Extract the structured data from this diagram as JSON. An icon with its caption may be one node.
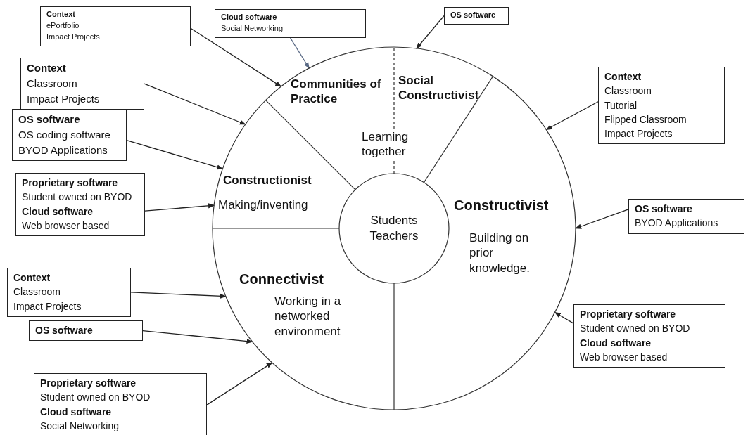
{
  "diagram": {
    "nodes": [
      {
        "text": [
          "Context",
          "ePortfolio",
          "Impact Projects"
        ]
      },
      {
        "text": [
          "Cloud software",
          "Social Networking"
        ]
      },
      {
        "text": [
          "OS software"
        ]
      },
      {
        "text": [
          "Communities of Practice"
        ]
      },
      {
        "text": [
          "Social Constructivist"
        ]
      },
      {
        "text": [
          "Context",
          "Classroom",
          "Impact Projects"
        ]
      },
      {
        "text": [
          "Context",
          "Classroom",
          "Tutorial",
          "Flipped Classroom",
          "Impact Projects"
        ]
      },
      {
        "text": [
          "OS software",
          "OS coding software",
          "BYOD Applications"
        ]
      },
      {
        "text": [
          "Constructionist",
          "Making/inventing"
        ]
      },
      {
        "text": [
          "Proprietary software",
          "Student owned on BYOD",
          "Cloud software",
          "Web browser based"
        ]
      },
      {
        "text": [
          "Constructivist",
          "Building on prior knowledge."
        ]
      },
      {
        "text": [
          "Students",
          "Teachers"
        ]
      },
      {
        "text": [
          "OS software",
          "BYOD Applications"
        ]
      },
      {
        "text": [
          "Connectivist",
          "Working in a networked environment"
        ]
      },
      {
        "text": [
          "Context",
          "Classroom",
          "Impact Projects"
        ]
      },
      {
        "text": [
          "OS software"
        ]
      },
      {
        "text": [
          "Proprietary software",
          "Student owned on BYOD",
          "Cloud software",
          "Web browser based"
        ]
      },
      {
        "text": [
          "Proprietary software",
          "Student owned on BYOD",
          "Cloud software",
          "Social Networking"
        ]
      }
    ],
    "edges": [
      {
        "from": 0,
        "to": 3,
        "arrow": "to"
      },
      {
        "from": 1,
        "to": 3,
        "arrow": "to",
        "color": "#5a6a85"
      },
      {
        "from": 2,
        "to": 4,
        "arrow": "to"
      },
      {
        "from": 5,
        "to": 8,
        "arrow": "to"
      },
      {
        "from": 7,
        "to": 8,
        "arrow": "to"
      },
      {
        "from": 9,
        "to": 8,
        "arrow": "to"
      },
      {
        "from": 14,
        "to": 13,
        "arrow": "to"
      },
      {
        "from": 15,
        "to": 13,
        "arrow": "to"
      },
      {
        "from": 17,
        "to": 13,
        "arrow": "to"
      },
      {
        "from": 6,
        "to": 10,
        "arrow": "to"
      },
      {
        "from": 12,
        "to": 10,
        "arrow": "to"
      },
      {
        "from": 16,
        "to": 10,
        "arrow": "to"
      }
    ],
    "labels": [
      "Learning together"
    ]
  }
}
